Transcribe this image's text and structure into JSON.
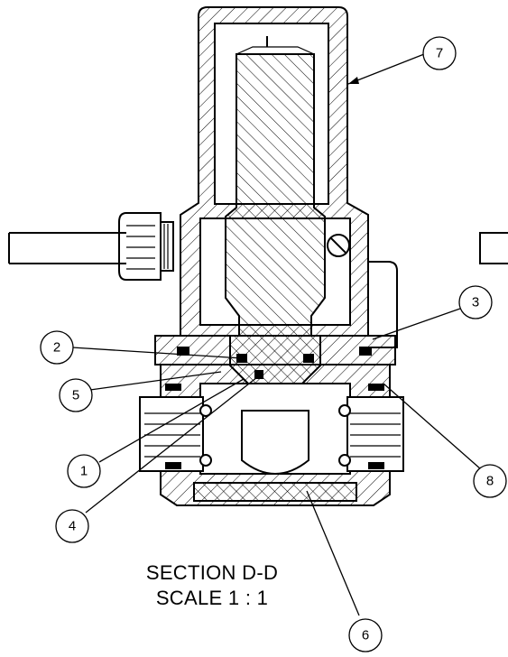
{
  "caption": {
    "title": "SECTION D-D",
    "scale": "SCALE 1 : 1"
  },
  "callouts": [
    "1",
    "2",
    "3",
    "4",
    "5",
    "6",
    "7",
    "8"
  ]
}
